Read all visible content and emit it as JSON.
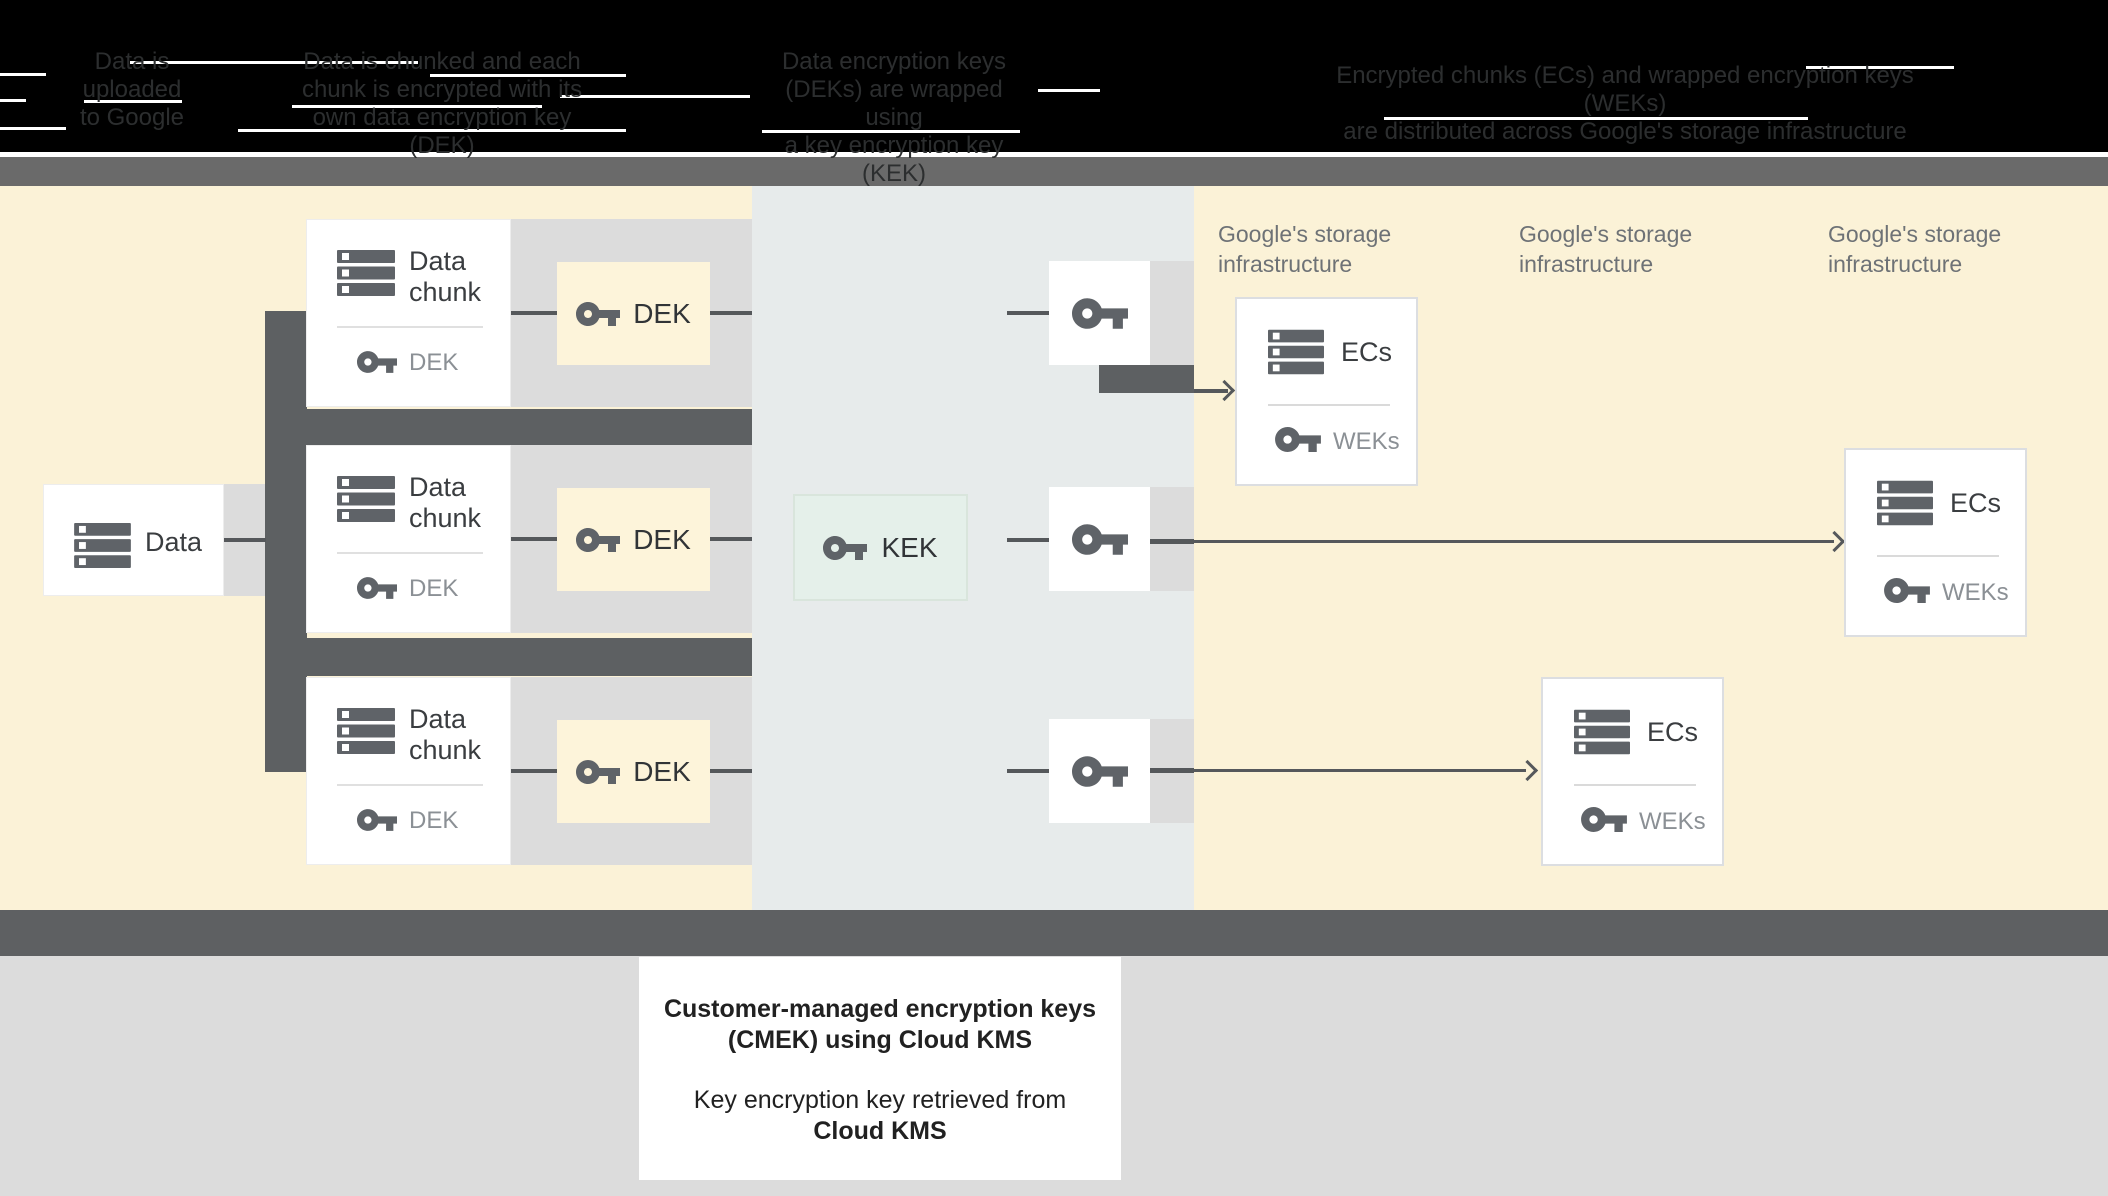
{
  "header": {
    "captions": [
      {
        "lines": [
          "Data is",
          "uploaded",
          "to Google"
        ]
      },
      {
        "lines": [
          "Data is chunked and each",
          "chunk is encrypted with its",
          "own data encryption key (DEK)"
        ]
      },
      {
        "lines": [
          "Data encryption keys",
          "(DEKs) are wrapped using",
          "a key encryption key (KEK)"
        ]
      },
      {
        "lines": [
          "Encrypted chunks (ECs) and wrapped encryption keys (WEKs)",
          "are distributed across Google's storage infrastructure"
        ]
      }
    ]
  },
  "diagram": {
    "data_box": {
      "label": "Data"
    },
    "rows": [
      {
        "chunk_title_line1": "Data",
        "chunk_title_line2": "chunk",
        "chunk_key_label": "DEK",
        "dek_box_label": "DEK"
      },
      {
        "chunk_title_line1": "Data",
        "chunk_title_line2": "chunk",
        "chunk_key_label": "DEK",
        "dek_box_label": "DEK"
      },
      {
        "chunk_title_line1": "Data",
        "chunk_title_line2": "chunk",
        "chunk_key_label": "DEK",
        "dek_box_label": "DEK"
      }
    ],
    "kek_box": {
      "label": "KEK"
    },
    "storage_labels": [
      {
        "line1": "Google's storage",
        "line2": "infrastructure"
      },
      {
        "line1": "Google's storage",
        "line2": "infrastructure"
      },
      {
        "line1": "Google's storage",
        "line2": "infrastructure"
      }
    ],
    "ec_boxes": [
      {
        "title": "ECs",
        "key_label": "WEKs"
      },
      {
        "title": "ECs",
        "key_label": "WEKs"
      },
      {
        "title": "ECs",
        "key_label": "WEKs"
      }
    ]
  },
  "footer": {
    "heading_line1": "Customer-managed encryption keys",
    "heading_line2": "(CMEK) using Cloud KMS",
    "body_line1": "Key encryption key retrieved from",
    "body_line2": "Cloud KMS"
  },
  "colors": {
    "panel_cream": "#fbf2d7",
    "kms_column_gray": "#e7ebeb",
    "connector_light_gray": "#dcdcdc",
    "connector_dark_gray": "#5d6062",
    "kek_green": "#e5f0ea",
    "dek_cream": "#fdf4da",
    "icon_gray": "#5f6368",
    "muted_label_gray": "#8b9095",
    "footer_background": "#dcdcdc"
  }
}
